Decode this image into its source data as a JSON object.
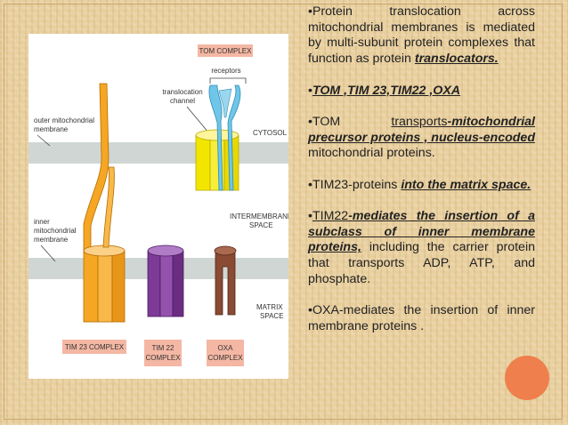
{
  "diagram": {
    "labels": {
      "tom_complex": "TOM COMPLEX",
      "receptors": "receptors",
      "translocation_channel_1": "translocation",
      "translocation_channel_2": "channel",
      "outer_membrane_1": "outer mitochondrial",
      "outer_membrane_2": "membrane",
      "cytosol": "CYTOSOL",
      "inner_membrane_1": "inner",
      "inner_membrane_2": "mitochondrial",
      "inner_membrane_3": "membrane",
      "intermembrane_1": "INTERMEMBRANE",
      "intermembrane_2": "SPACE",
      "matrix_1": "MATRIX",
      "matrix_2": "SPACE",
      "tim23": "TIM 23 COMPLEX",
      "tim22_1": "TIM 22",
      "tim22_2": "COMPLEX",
      "oxa_1": "OXA",
      "oxa_2": "COMPLEX"
    },
    "colors": {
      "membrane": "#d0d6d4",
      "label_box": "#f4b7a3",
      "tom_yellow": "#f2e600",
      "tom_blue": "#6fc6e8",
      "tim23_orange": "#f5a623",
      "tim22_purple": "#7d3a96",
      "oxa_brown": "#8a4a33"
    }
  },
  "bullets": [
    {
      "parts": [
        {
          "text": "•Protein translocation across mitochondrial membranes is mediated by multi-subunit protein complexes that function as protein "
        },
        {
          "text": "translocators.",
          "emph": true
        }
      ]
    },
    {
      "parts": [
        {
          "text": "•"
        },
        {
          "text": "TOM ,TIM 23,TIM22 ,OXA",
          "emph": true
        }
      ]
    },
    {
      "parts": [
        {
          "text": "•TOM "
        },
        {
          "text": "transports",
          "underline": true
        },
        {
          "text": "-mitochondrial precursor proteins , nucleus-encoded",
          "emph": true
        },
        {
          "text": " mitochondrial proteins."
        }
      ]
    },
    {
      "parts": [
        {
          "text": "•TIM23-proteins "
        },
        {
          "text": "into the matrix space.",
          "emph": true
        }
      ]
    },
    {
      "parts": [
        {
          "text": "•"
        },
        {
          "text": "TIM22",
          "underline": true
        },
        {
          "text": "-mediates the insertion of a subclass of inner membrane proteins,",
          "emph": true
        },
        {
          "text": " including the carrier protein that transports ADP, ATP, and phosphate."
        }
      ]
    },
    {
      "parts": [
        {
          "text": "•OXA-mediates the insertion of inner membrane proteins ."
        }
      ]
    }
  ]
}
